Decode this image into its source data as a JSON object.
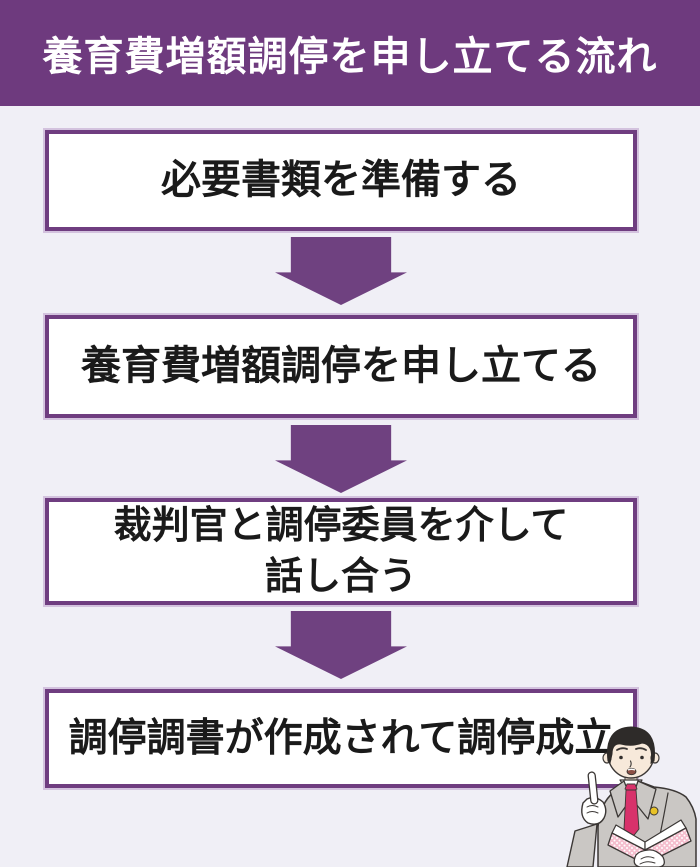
{
  "page": {
    "background_color": "#f0eff6",
    "accent_color": "#6e3a7e"
  },
  "header": {
    "title": "養育費増額調停を申し立てる流れ",
    "background_color": "#6e3a7e",
    "text_color": "#ffffff"
  },
  "flow": {
    "box_fill_color": "#ffffff",
    "box_border_color": "#6f3d80",
    "arrow_color": "#6f4180",
    "text_color": "#1a1a1a",
    "steps": [
      {
        "lines": [
          "必要書類を準備する"
        ]
      },
      {
        "lines": [
          "養育費増額調停を申し立てる"
        ]
      },
      {
        "lines": [
          "裁判官と調停委員を介して",
          "話し合う"
        ]
      },
      {
        "lines": [
          "調停調書が作成されて調停成立"
        ]
      }
    ]
  },
  "illustration": {
    "name": "lawyer-pointing-up-holding-open-book",
    "suit_color": "#cac7c4",
    "tie_color": "#d8326b",
    "badge_color": "#e8c227",
    "book_cover_color": "#f5bece",
    "hair_color": "#2e2b29",
    "skin_color": "#f7e9da",
    "hand_color": "#ffffff",
    "outline_color": "#3b3735"
  }
}
